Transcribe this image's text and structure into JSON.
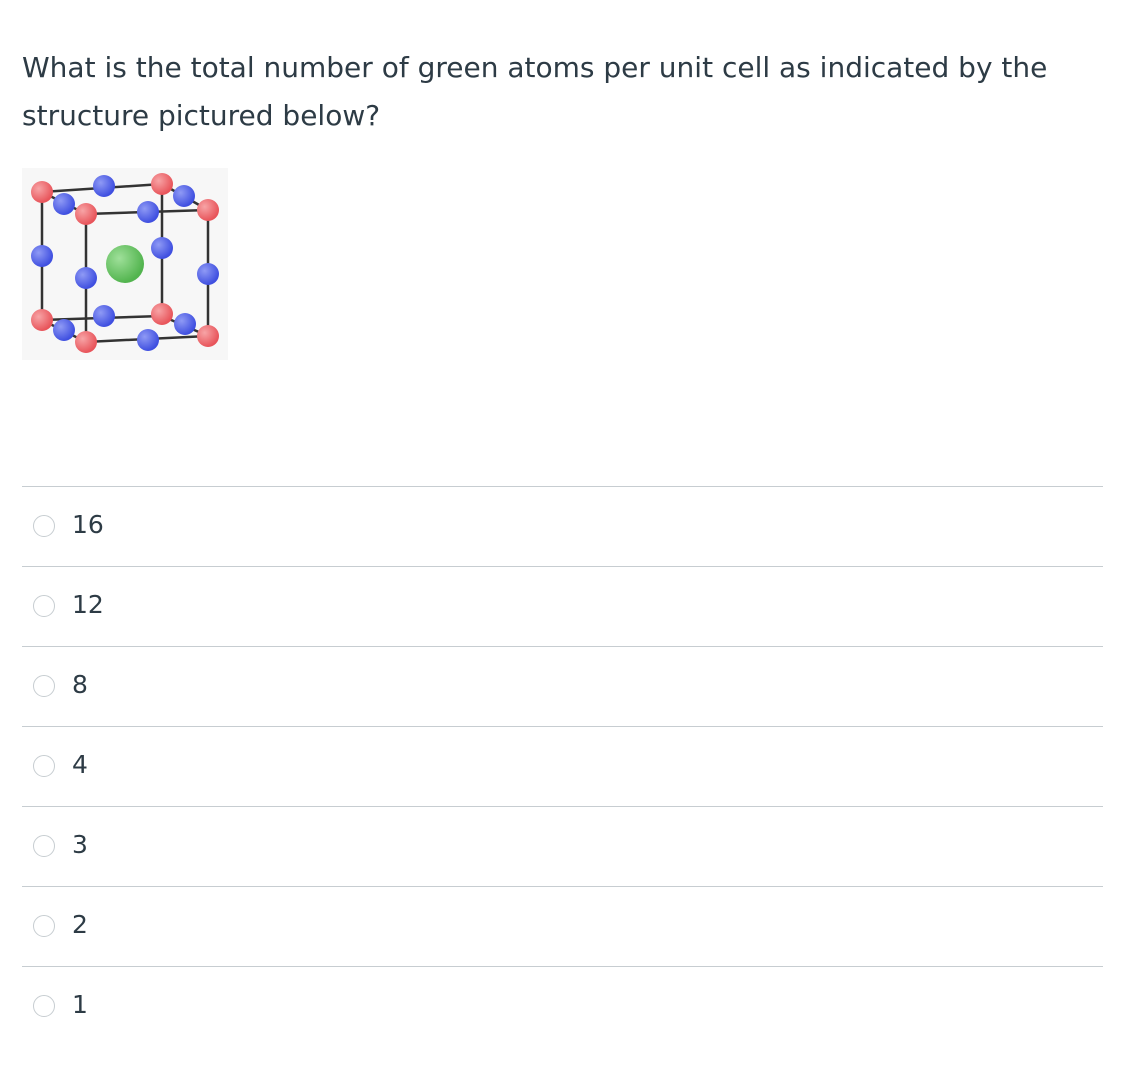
{
  "question": {
    "text": "What is the total number of green atoms per unit cell as indicated by the structure pictured below?"
  },
  "figure": {
    "icon": "unit-cell-structure-icon",
    "colors": {
      "corner_atom": "#e8545a",
      "edge_atom": "#4f5fe8",
      "center_atom": "#5fc25a",
      "frame": "#333333"
    }
  },
  "answers": [
    {
      "label": "16"
    },
    {
      "label": "12"
    },
    {
      "label": "8"
    },
    {
      "label": "4"
    },
    {
      "label": "3"
    },
    {
      "label": "2"
    },
    {
      "label": "1"
    }
  ]
}
